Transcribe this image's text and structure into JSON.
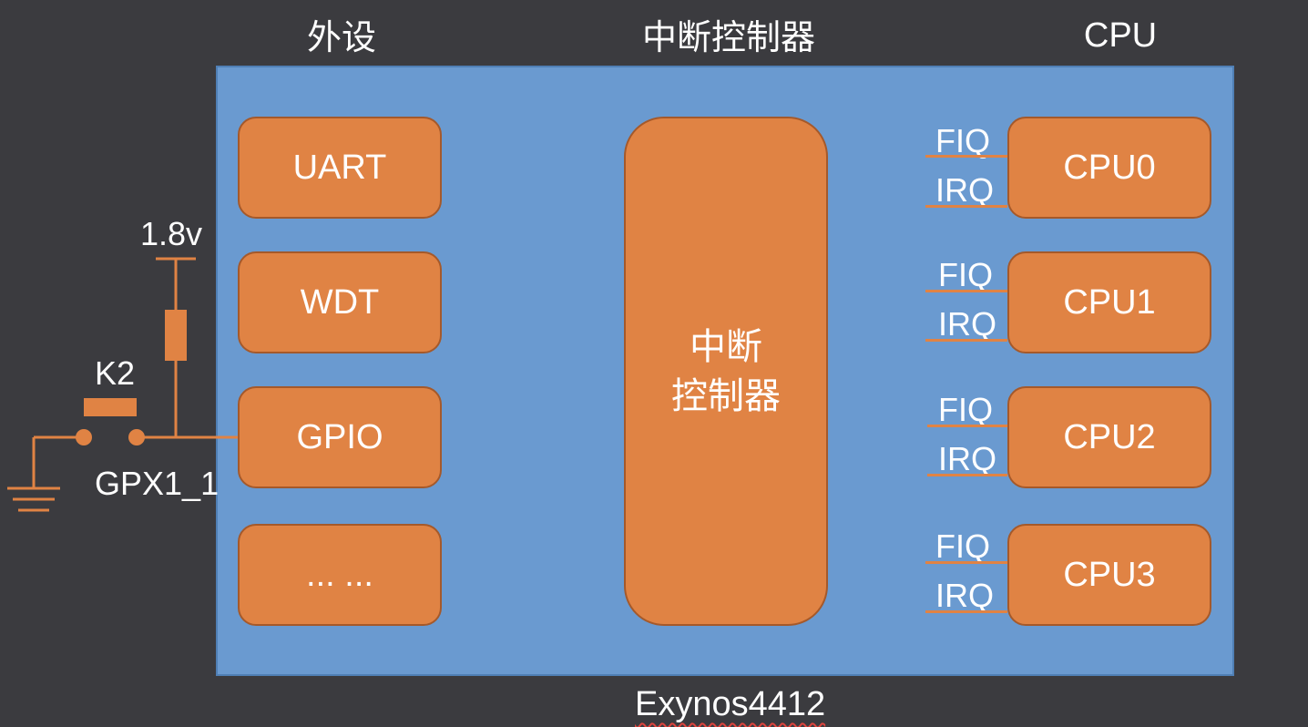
{
  "headers": {
    "peripheral": "外设",
    "controller": "中断控制器",
    "cpu": "CPU"
  },
  "peripherals": [
    "UART",
    "WDT",
    "GPIO",
    "... ..."
  ],
  "controller": {
    "line1": "中断",
    "line2": "控制器"
  },
  "cpus": [
    {
      "name": "CPU0",
      "fiq": "FIQ",
      "irq": "IRQ"
    },
    {
      "name": "CPU1",
      "fiq": "FIQ",
      "irq": "IRQ"
    },
    {
      "name": "CPU2",
      "fiq": "FIQ",
      "irq": "IRQ"
    },
    {
      "name": "CPU3",
      "fiq": "FIQ",
      "irq": "IRQ"
    }
  ],
  "circuit": {
    "voltage": "1.8v",
    "key": "K2",
    "pin": "GPX1_1"
  },
  "chip_name": "Exynos4412",
  "colors": {
    "background": "#3b3b3f",
    "chip": "#6a9ad0",
    "block": "#e08344"
  }
}
